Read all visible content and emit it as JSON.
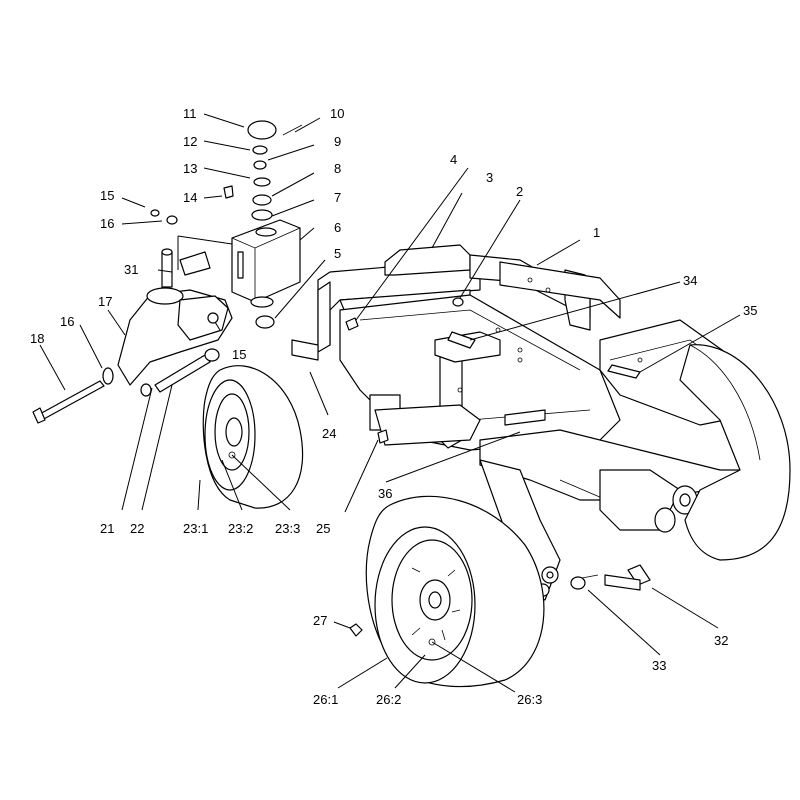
{
  "diagram": {
    "callouts": [
      {
        "id": "c11",
        "label": "11"
      },
      {
        "id": "c10",
        "label": "10"
      },
      {
        "id": "c12",
        "label": "12"
      },
      {
        "id": "c9",
        "label": "9"
      },
      {
        "id": "c13",
        "label": "13"
      },
      {
        "id": "c8",
        "label": "8"
      },
      {
        "id": "c14",
        "label": "14"
      },
      {
        "id": "c7",
        "label": "7"
      },
      {
        "id": "c15a",
        "label": "15"
      },
      {
        "id": "c16a",
        "label": "16"
      },
      {
        "id": "c6",
        "label": "6"
      },
      {
        "id": "c5",
        "label": "5"
      },
      {
        "id": "c31",
        "label": "31"
      },
      {
        "id": "c17",
        "label": "17"
      },
      {
        "id": "c16b",
        "label": "16"
      },
      {
        "id": "c15b",
        "label": "15"
      },
      {
        "id": "c18",
        "label": "18"
      },
      {
        "id": "c4",
        "label": "4"
      },
      {
        "id": "c3",
        "label": "3"
      },
      {
        "id": "c2",
        "label": "2"
      },
      {
        "id": "c1",
        "label": "1"
      },
      {
        "id": "c34",
        "label": "34"
      },
      {
        "id": "c35",
        "label": "35"
      },
      {
        "id": "c24",
        "label": "24"
      },
      {
        "id": "c36",
        "label": "36"
      },
      {
        "id": "c21",
        "label": "21"
      },
      {
        "id": "c22",
        "label": "22"
      },
      {
        "id": "c23_1",
        "label": "23:1"
      },
      {
        "id": "c23_2",
        "label": "23:2"
      },
      {
        "id": "c23_3",
        "label": "23:3"
      },
      {
        "id": "c25",
        "label": "25"
      },
      {
        "id": "c32",
        "label": "32"
      },
      {
        "id": "c33",
        "label": "33"
      },
      {
        "id": "c27",
        "label": "27"
      },
      {
        "id": "c26_1",
        "label": "26:1"
      },
      {
        "id": "c26_2",
        "label": "26:2"
      },
      {
        "id": "c26_3",
        "label": "26:3"
      }
    ]
  }
}
